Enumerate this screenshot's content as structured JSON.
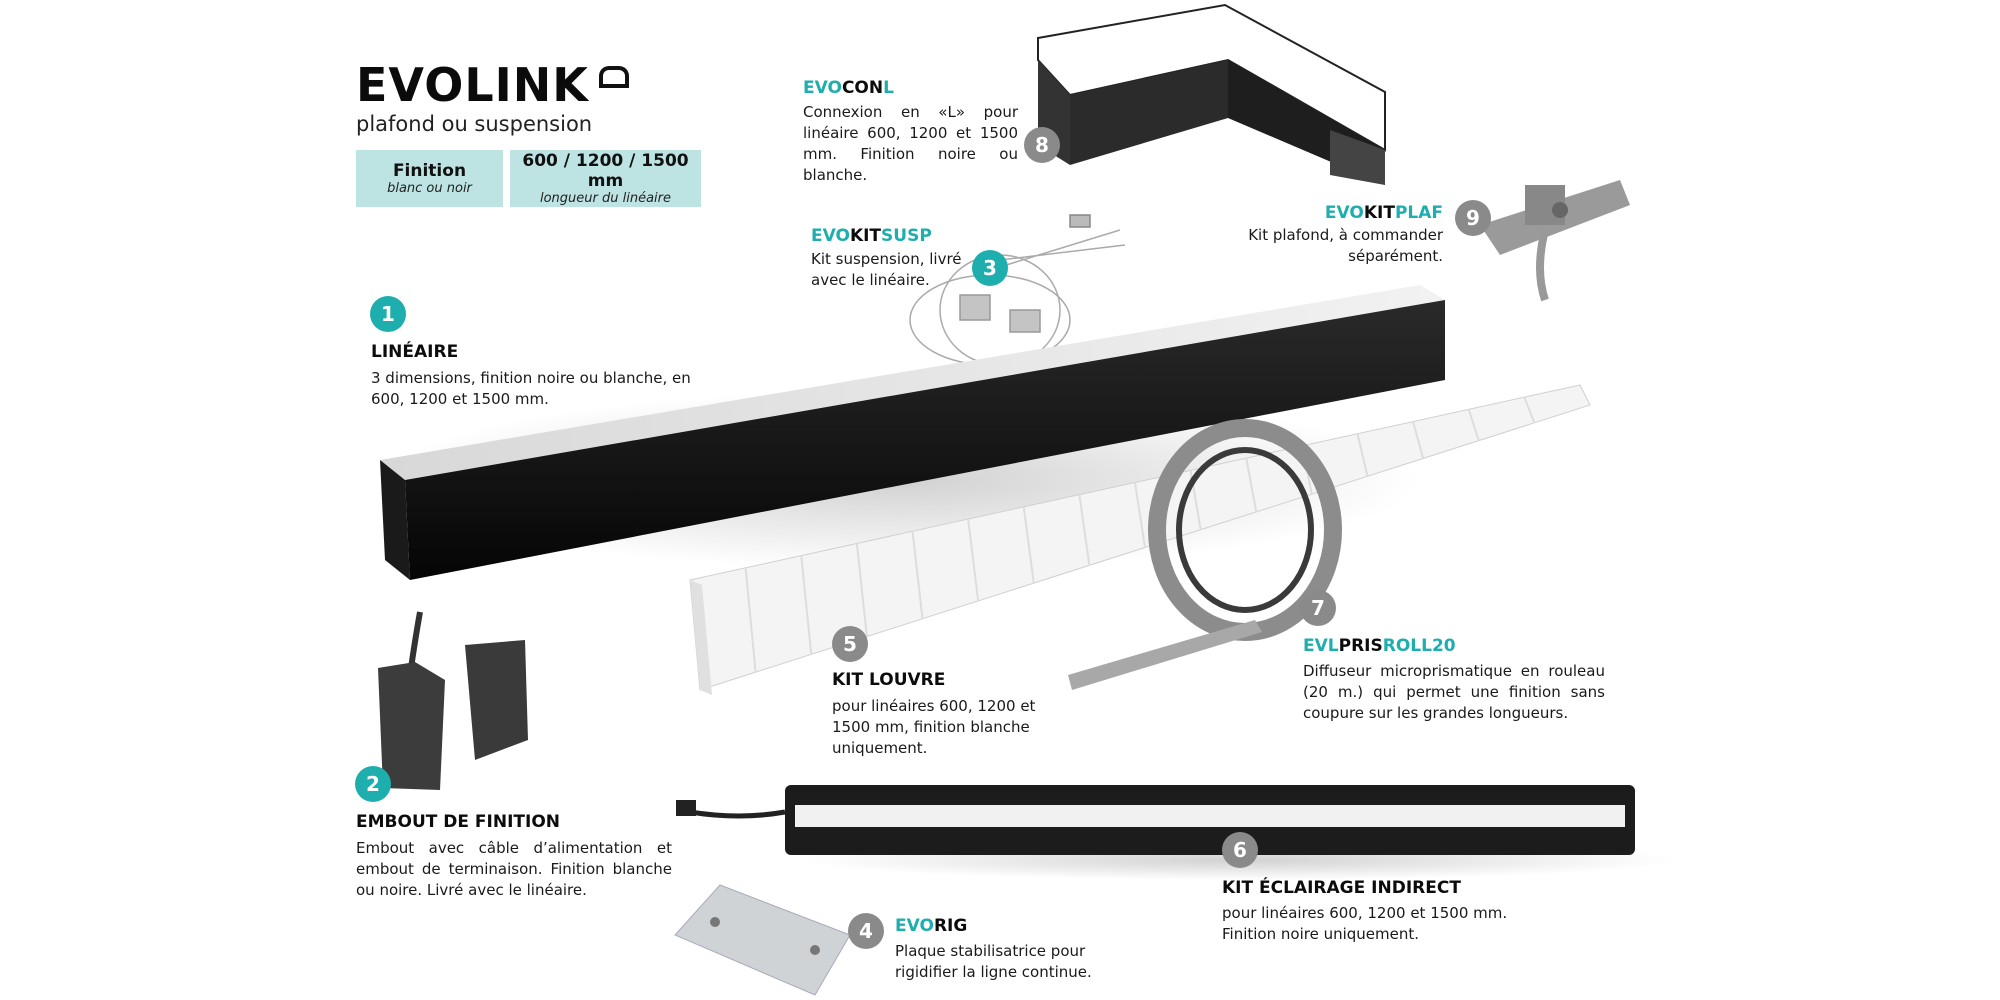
{
  "header": {
    "title": "EVOLINK",
    "subtitle": "plafond ou suspension",
    "specs": [
      {
        "label": "Finition",
        "sub": "blanc ou noir"
      },
      {
        "label": "600 / 1200 / 1500 mm",
        "sub": "longueur du linéaire"
      }
    ]
  },
  "colors": {
    "accent": "#1eaeae",
    "spec_bg": "#bde3e3",
    "badge_grey": "#8a8a8a"
  },
  "items": [
    {
      "num": "1",
      "title": "LINÉAIRE",
      "desc": "3 dimensions, finition noire ou blanche, en 600, 1200 et 1500 mm."
    },
    {
      "num": "2",
      "title": "EMBOUT DE FINITION",
      "desc": "Embout avec câble d’alimentation et embout de terminaison. Finition blanche ou noire. Livré avec le linéaire."
    },
    {
      "num": "3",
      "title_parts": [
        "EVO",
        "KIT",
        "SUSP"
      ],
      "desc": "Kit suspension, livré avec le linéaire."
    },
    {
      "num": "4",
      "title_parts": [
        "EVO",
        "RIG"
      ],
      "desc": "Plaque stabilisatrice pour rigidifier la ligne continue."
    },
    {
      "num": "5",
      "title": "KIT LOUVRE",
      "desc": "pour linéaires 600, 1200 et 1500 mm, finition blanche uniquement."
    },
    {
      "num": "6",
      "title": "KIT ÉCLAIRAGE INDIRECT",
      "desc_lines": [
        "pour linéaires 600, 1200 et 1500 mm.",
        "Finition noire uniquement."
      ]
    },
    {
      "num": "7",
      "title_parts": [
        "EVL",
        "PRIS",
        "ROLL20"
      ],
      "desc": "Diffuseur microprismatique en rouleau (20 m.) qui permet une finition sans coupure sur les grandes longueurs."
    },
    {
      "num": "8",
      "title_parts": [
        "EVO",
        "CON",
        "L"
      ],
      "desc": "Connexion en «L» pour linéaire 600, 1200 et 1500 mm. Finition noire ou blanche."
    },
    {
      "num": "9",
      "title_parts": [
        "EVO",
        "KIT",
        "PLAF"
      ],
      "desc_lines": [
        "Kit plafond, à commander",
        "séparément."
      ]
    }
  ]
}
